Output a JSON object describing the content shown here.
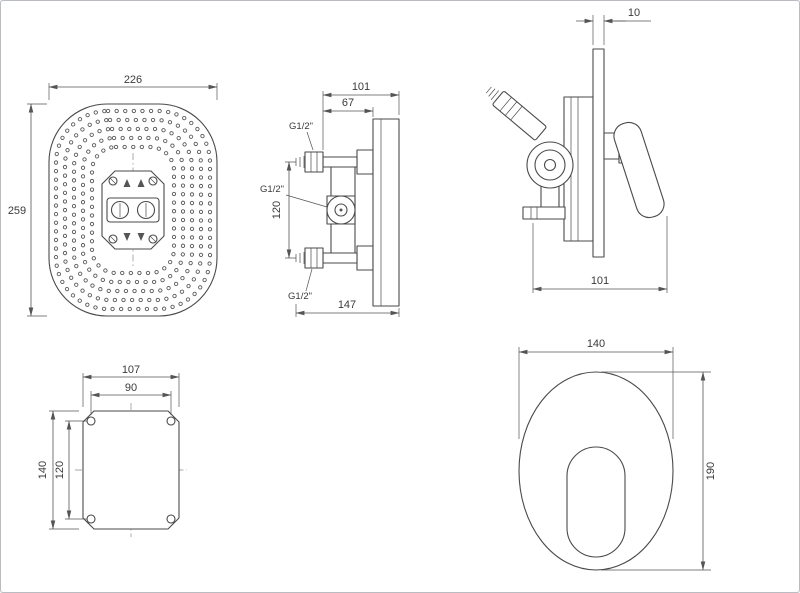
{
  "views": {
    "showerhead": {
      "width": "226",
      "height": "259"
    },
    "valve": {
      "depth": "101",
      "depth_inner": "67",
      "port_spacing": "120",
      "total_width": "147",
      "port_top": "G1/2\"",
      "port_middle": "G1/2\"",
      "port_bottom": "G1/2\""
    },
    "mixer": {
      "plate_thickness": "10",
      "depth": "101"
    },
    "plate": {
      "outer_width": "107",
      "hole_spacing_h": "90",
      "outer_height": "140",
      "hole_spacing_v": "120"
    },
    "escutcheon": {
      "width": "140",
      "height": "190"
    }
  }
}
